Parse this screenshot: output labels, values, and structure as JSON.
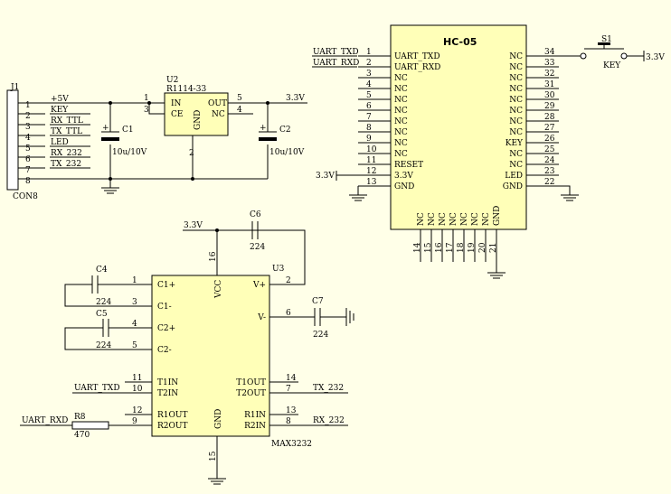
{
  "colors": {
    "background": "#FFFFE8",
    "ic_fill": "#FFFFB8",
    "wire": "#000000"
  },
  "j1": {
    "ref": "J1",
    "value": "CON8",
    "pins": [
      "1",
      "2",
      "3",
      "4",
      "5",
      "6",
      "7",
      "8"
    ],
    "nets": [
      "+5V",
      "KEY",
      "RX_TTL",
      "TX_TTL",
      "LED",
      "RX_232",
      "TX_232"
    ]
  },
  "u2": {
    "ref": "U2",
    "value": "R1114-33",
    "pin_in": "IN",
    "pin_ce": "CE",
    "pin_gnd": "GND",
    "pin_out": "OUT",
    "pin_nc": "NC",
    "num_in": "1",
    "num_ce": "3",
    "num_gnd": "2",
    "num_out": "5",
    "num_nc": "4",
    "out_net": "3.3V"
  },
  "c1": {
    "ref": "C1",
    "value": "10u/10V"
  },
  "c2": {
    "ref": "C2",
    "value": "10u/10V"
  },
  "hc05": {
    "ref": "HC-05",
    "left_nums": [
      "1",
      "2",
      "3",
      "4",
      "5",
      "6",
      "7",
      "8",
      "9",
      "10",
      "11",
      "12",
      "13"
    ],
    "left_labels": [
      "UART_TXD",
      "UART_RXD",
      "NC",
      "NC",
      "NC",
      "NC",
      "NC",
      "NC",
      "NC",
      "NC",
      "RESET",
      "3.3V",
      "GND"
    ],
    "left_nets": [
      "UART_TXD",
      "UART_RXD"
    ],
    "supply_label": "3.3V",
    "right_nums": [
      "34",
      "33",
      "32",
      "31",
      "30",
      "29",
      "28",
      "27",
      "26",
      "25",
      "24",
      "23",
      "22"
    ],
    "right_labels": [
      "NC",
      "NC",
      "NC",
      "NC",
      "NC",
      "NC",
      "NC",
      "NC",
      "KEY",
      "NC",
      "NC",
      "LED",
      "GND"
    ],
    "bottom_nums": [
      "14",
      "15",
      "16",
      "17",
      "18",
      "19",
      "20",
      "21"
    ],
    "bottom_labels": [
      "NC",
      "NC",
      "NC",
      "NC",
      "NC",
      "NC",
      "NC",
      "GND"
    ]
  },
  "s1": {
    "ref": "S1",
    "label": "KEY",
    "supply": "3.3V"
  },
  "u3": {
    "ref": "U3",
    "value": "MAX3232",
    "supply": "3.3V",
    "pin_vcc": "VCC",
    "num_vcc": "16",
    "pin_gnd": "GND",
    "num_gnd": "15",
    "left_pins": [
      {
        "num": "1",
        "label": "C1+"
      },
      {
        "num": "3",
        "label": "C1-"
      },
      {
        "num": "4",
        "label": "C2+"
      },
      {
        "num": "5",
        "label": "C2-"
      },
      {
        "num": "11",
        "label": "T1IN"
      },
      {
        "num": "10",
        "label": "T2IN"
      },
      {
        "num": "12",
        "label": "R1OUT"
      },
      {
        "num": "9",
        "label": "R2OUT"
      }
    ],
    "right_pins": [
      {
        "num": "2",
        "label": "V+"
      },
      {
        "num": "6",
        "label": "V-"
      },
      {
        "num": "14",
        "label": "T1OUT"
      },
      {
        "num": "7",
        "label": "T2OUT"
      },
      {
        "num": "13",
        "label": "R1IN"
      },
      {
        "num": "8",
        "label": "R2IN"
      }
    ],
    "net_uart_txd": "UART_TXD",
    "net_uart_rxd": "UART_RXD",
    "net_tx232": "TX_232",
    "net_rx232": "RX_232"
  },
  "c4": {
    "ref": "C4",
    "value": "224"
  },
  "c5": {
    "ref": "C5",
    "value": "224"
  },
  "c6": {
    "ref": "C6",
    "value": "224"
  },
  "c7": {
    "ref": "C7",
    "value": "224"
  },
  "r8": {
    "ref": "R8",
    "value": "470"
  }
}
